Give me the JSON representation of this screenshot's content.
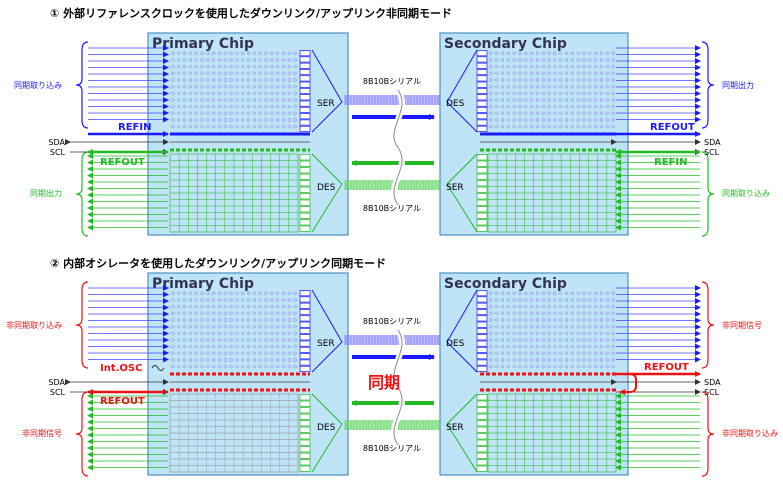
{
  "section1": {
    "title": "① 外部リファレンスクロックを使用したダウンリンク/アップリンク非同期モード",
    "primary_chip": "Primary Chip",
    "secondary_chip": "Secondary Chip",
    "ser": "SER",
    "des": "DES",
    "serial_top": "8B10Bシリアル",
    "serial_bottom": "8B10Bシリアル",
    "left_in": "同期取り込み",
    "left_out": "同期出力",
    "right_out": "同期出力",
    "right_in": "同期取り込み",
    "refin_left": "REFIN",
    "refout_left": "REFOUT",
    "refout_right": "REFOUT",
    "refin_right": "REFIN",
    "sda": "SDA",
    "scl": "SCL"
  },
  "section2": {
    "title": "② 内部オシレータを使用したダウンリンク/アップリンク同期モード",
    "primary_chip": "Primary Chip",
    "secondary_chip": "Secondary Chip",
    "ser": "SER",
    "des": "DES",
    "serial_top": "8B10Bシリアル",
    "serial_bottom": "8B10Bシリアル",
    "sync": "同期",
    "left_in": "非同期取り込み",
    "left_out": "非同期信号",
    "right_out": "非同期信号",
    "right_in": "非同期取り込み",
    "int_osc": "Int.OSC",
    "refout_left": "REFOUT",
    "refout_right": "REFOUT",
    "sda": "SDA",
    "scl": "SCL"
  },
  "colors": {
    "chip_fill": "#bfe3f7",
    "chip_border": "#4a90c8",
    "blue": "#1a1aff",
    "green": "#22bb22",
    "red": "#ee1111"
  }
}
